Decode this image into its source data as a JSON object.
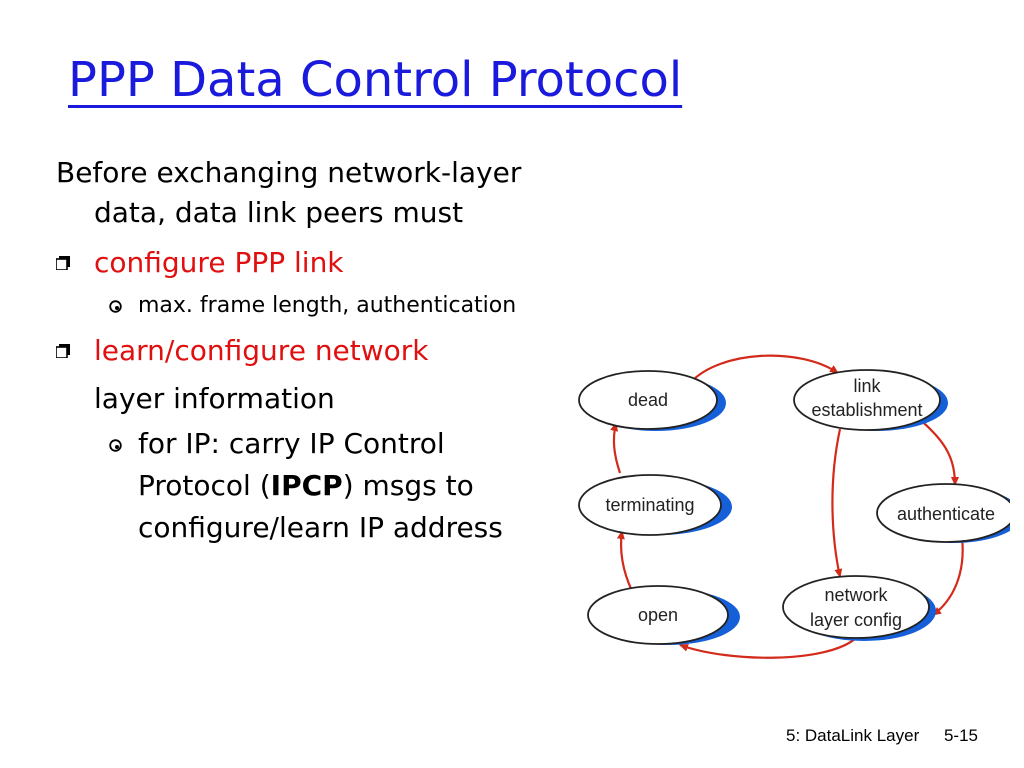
{
  "slide": {
    "title": "PPP Data Control Protocol",
    "intro_line1": "Before exchanging network-layer",
    "intro_line2": "data, data link peers must",
    "bullets": [
      {
        "text": "configure PPP link",
        "sub": [
          "max. frame length, authentication"
        ]
      },
      {
        "text": "learn/configure network",
        "continuation": "layer information",
        "sub_lines": [
          "for IP: carry IP Control",
          "Protocol (",
          "IPCP",
          ") msgs to",
          "configure/learn IP address"
        ]
      }
    ],
    "footer_chapter": "5: DataLink Layer",
    "footer_page": "5-15"
  },
  "diagram": {
    "nodes": {
      "dead": "dead",
      "link_l1": "link",
      "link_l2": "establishment",
      "terminating": "terminating",
      "authenticate": "authenticate",
      "open": "open",
      "network_l1": "network",
      "network_l2": "layer  config"
    },
    "colors": {
      "ellipse_fill": "#ffffff",
      "ellipse_shadow": "#1560d8",
      "arrow": "#d42a1a",
      "title": "#1a1adc",
      "bullet_red": "#e01010"
    }
  }
}
